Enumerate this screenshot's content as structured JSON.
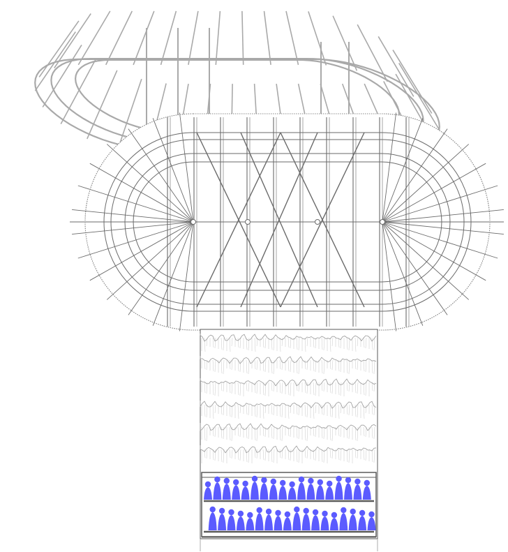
{
  "drawing": {
    "kind": "architectural line drawing",
    "views": [
      "perspective",
      "plan",
      "elevation"
    ],
    "colors": {
      "background": "#ffffff",
      "perspective_stroke": "#a9a9a9",
      "plan_stroke": "#6a6a6a",
      "plan_outline": "#8a8a8a",
      "thatch": "#9a9a9a",
      "structure": "#5a5a5a",
      "people": "#5b5bff"
    },
    "plan": {
      "rings": 4,
      "straight_ribs": 10,
      "fan_ribs_per_end": 14
    },
    "elevation": {
      "thatch_rows": 6,
      "people_count": 36
    }
  }
}
